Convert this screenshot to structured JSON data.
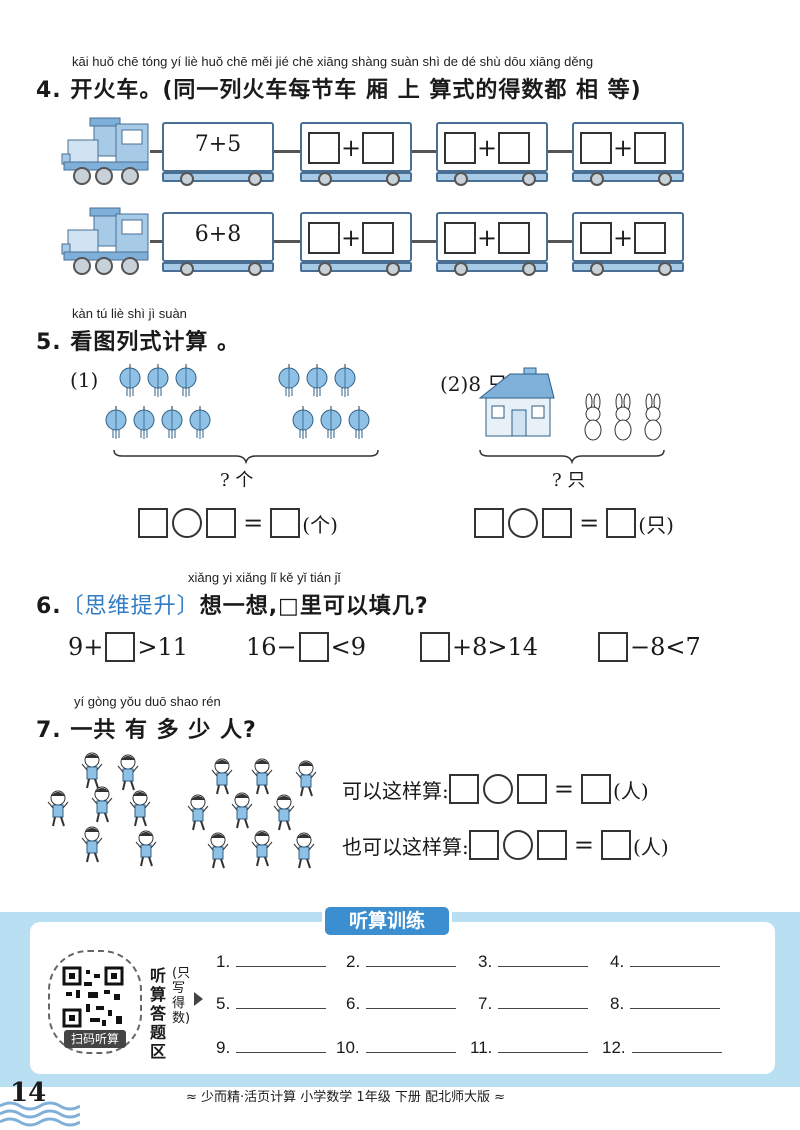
{
  "q4": {
    "pinyin": "kāi huǒ chē     tóng yí   liè huǒ chē měi jié  chē xiāng shàng suàn shì  de  dé shù dōu xiāng děng",
    "title": "4. 开火车。(同一列火车每节车 厢 上 算式的得数都 相 等)",
    "row1_expr": "7+5",
    "row2_expr": "6+8",
    "plus": "+"
  },
  "q5": {
    "pinyin": "kàn tú  liè  shì  jì  suàn",
    "title": "5. 看图列式计算 。",
    "p1_label": "(1)",
    "p1_question": "? 个",
    "p1_unit": "(个)",
    "p2_label": "(2)8 只",
    "p2_question": "? 只",
    "p2_unit": "(只)",
    "equals": "="
  },
  "q6": {
    "pinyin": "xiǎng yi xiǎng          lǐ  kě  yǐ tián  jǐ",
    "number": "6.",
    "tag": "〔思维提升〕",
    "title": "想一想,□里可以填几?",
    "items": [
      {
        "pre": "9+",
        "post": ">11"
      },
      {
        "pre": "16−",
        "post": "<9"
      },
      {
        "pre": "",
        "post": "+8>14"
      },
      {
        "pre": "",
        "post": "−8<7"
      }
    ]
  },
  "q7": {
    "pinyin": "yí gòng yǒu duō shao rén",
    "title": "7. 一共 有 多 少 人?",
    "line1_label": "可以这样算:",
    "line2_label": "也可以这样算:",
    "unit": "(人)",
    "equals": "="
  },
  "listening": {
    "header": "听算训练",
    "side_title": "听算答题区",
    "side_note": "(只写得数)",
    "qr_caption": "扫码听算",
    "answers": [
      "1.",
      "2.",
      "3.",
      "4.",
      "5.",
      "6.",
      "7.",
      "8.",
      "9.",
      "10.",
      "11.",
      "12."
    ]
  },
  "footer": {
    "page_number": "14",
    "text": "≈ 少而精·活页计算   小学数学   1年级   下册   配北师大版 ≈"
  },
  "colors": {
    "panel_blue": "#b9dff3",
    "header_blue": "#3b8fd0",
    "train_blue": "#a7cbe6",
    "tag_blue": "#2f7cc4"
  }
}
